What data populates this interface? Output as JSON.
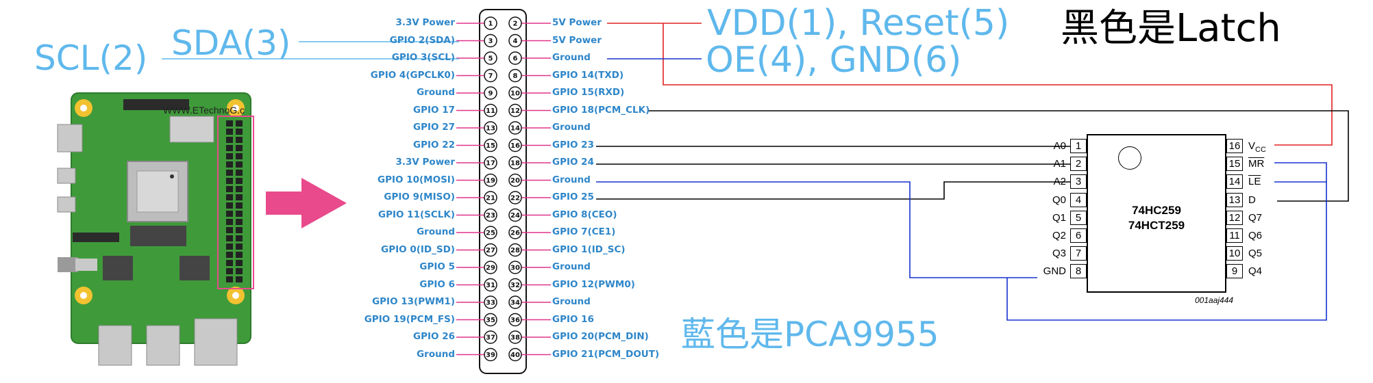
{
  "header_notes": {
    "scl": "SCL(2)",
    "sda": "SDA(3)",
    "vdd_reset": "VDD(1), Reset(5)",
    "oe_gnd": "OE(4), GND(6)",
    "black_note": "黑色是Latch",
    "blue_note": "藍色是PCA9955"
  },
  "board": {
    "watermark": "WWW.ETechnoG.c"
  },
  "gpio_header": {
    "left_pins": [
      "3.3V Power",
      "GPIO 2(SDA)",
      "GPIO 3(SCL)",
      "GPIO 4(GPCLK0)",
      "Ground",
      "GPIO 17",
      "GPIO 27",
      "GPIO 22",
      "3.3V Power",
      "GPIO 10(MOSI)",
      "GPIO 9(MISO)",
      "GPIO 11(SCLK)",
      "Ground",
      "GPIO 0(ID_SD)",
      "GPIO 5",
      "GPIO 6",
      "GPIO 13(PWM1)",
      "GPIO 19(PCM_FS)",
      "GPIO 26",
      "Ground"
    ],
    "right_pins": [
      "5V Power",
      "5V Power",
      "Ground",
      "GPIO 14(TXD)",
      "GPIO 15(RXD)",
      "GPIO 18(PCM_CLK)",
      "Ground",
      "GPIO 23",
      "GPIO 24",
      "Ground",
      "GPIO 25",
      "GPIO 8(CEO)",
      "GPIO 7(CE1)",
      "GPIO 1(ID_SC)",
      "Ground",
      "GPIO 12(PWM0)",
      "Ground",
      "GPIO 16",
      "GPIO 20(PCM_DIN)",
      "GPIO 21(PCM_DOUT)"
    ]
  },
  "chip": {
    "name_line1": "74HC259",
    "name_line2": "74HCT259",
    "code": "001aaj444",
    "left_pins": [
      {
        "num": "1",
        "label": "A0"
      },
      {
        "num": "2",
        "label": "A1"
      },
      {
        "num": "3",
        "label": "A2"
      },
      {
        "num": "4",
        "label": "Q0"
      },
      {
        "num": "5",
        "label": "Q1"
      },
      {
        "num": "6",
        "label": "Q2"
      },
      {
        "num": "7",
        "label": "Q3"
      },
      {
        "num": "8",
        "label": "GND"
      }
    ],
    "right_pins": [
      {
        "num": "16",
        "label": "V",
        "sub": "CC"
      },
      {
        "num": "15",
        "label": "MR",
        "overline": true
      },
      {
        "num": "14",
        "label": "LE",
        "overline": true
      },
      {
        "num": "13",
        "label": "D"
      },
      {
        "num": "12",
        "label": "Q7"
      },
      {
        "num": "11",
        "label": "Q6"
      },
      {
        "num": "10",
        "label": "Q5"
      },
      {
        "num": "9",
        "label": "Q4"
      }
    ]
  },
  "colors": {
    "label_blue": "#5fb8ec",
    "gpio_text": "#2e86c9",
    "pin_line": "#e0338a",
    "wire_red": "#e02020",
    "wire_blue": "#1530d0",
    "wire_black": "#000000",
    "board_green": "#3f9a3a",
    "arrow_pink": "#e84a8c"
  }
}
